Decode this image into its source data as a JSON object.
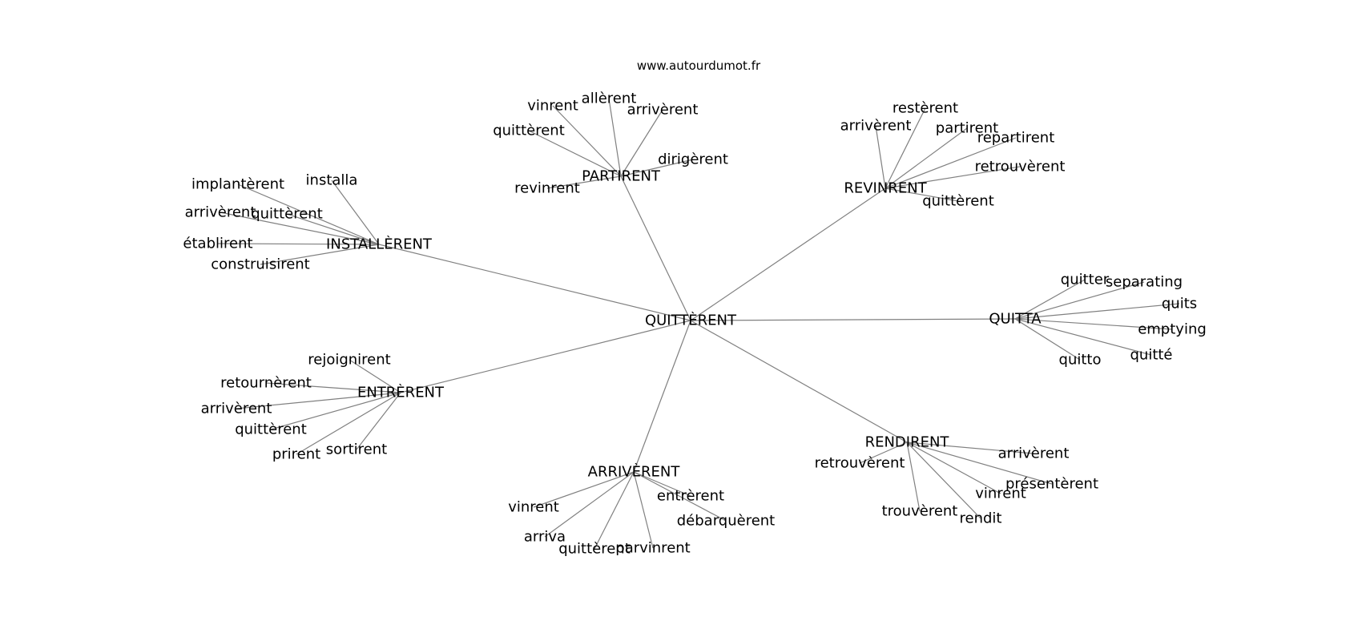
{
  "source": "www.autourdumot.fr",
  "colors": {
    "edge": "#808080",
    "text": "#000000",
    "background": "#ffffff"
  },
  "graph": {
    "center": "QUITTÈRENT",
    "hubs": [
      {
        "id": "partirent",
        "label": "PARTIRENT",
        "leaves": [
          "vinrent",
          "allèrent",
          "arrivèrent",
          "quittèrent",
          "dirigèrent",
          "revinrent"
        ]
      },
      {
        "id": "revinrent",
        "label": "REVINRENT",
        "leaves": [
          "restèrent",
          "arrivèrent",
          "partirent",
          "repartirent",
          "retrouvèrent",
          "quittèrent"
        ]
      },
      {
        "id": "installerent",
        "label": "INSTALLÈRENT",
        "leaves": [
          "implantèrent",
          "installa",
          "arrivèrent",
          "quittèrent",
          "établirent",
          "construisirent"
        ]
      },
      {
        "id": "quitta",
        "label": "QUITTA",
        "leaves": [
          "quitter",
          "separating",
          "quits",
          "emptying",
          "quitté",
          "quitto"
        ]
      },
      {
        "id": "entrerent",
        "label": "ENTRÈRENT",
        "leaves": [
          "rejoignirent",
          "retournèrent",
          "arrivèrent",
          "quittèrent",
          "prirent",
          "sortirent"
        ]
      },
      {
        "id": "rendirent",
        "label": "RENDIRENT",
        "leaves": [
          "retrouvèrent",
          "arrivèrent",
          "présentèrent",
          "vinrent",
          "trouvèrent",
          "rendit"
        ]
      },
      {
        "id": "arriverent",
        "label": "ARRIVÈRENT",
        "leaves": [
          "vinrent",
          "entrèrent",
          "débarquèrent",
          "arriva",
          "quittèrent",
          "parvinrent"
        ]
      }
    ]
  }
}
